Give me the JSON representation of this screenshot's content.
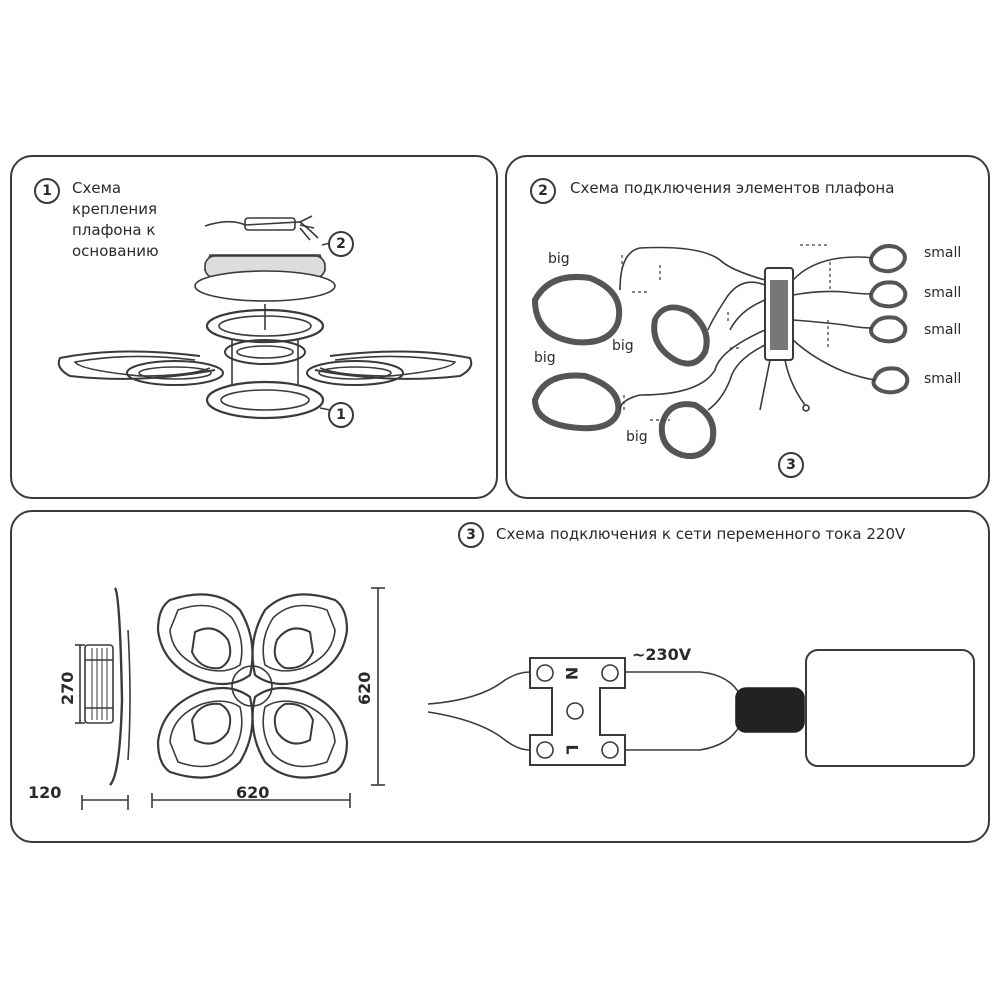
{
  "panel1": {
    "number": "1",
    "title_lines": [
      "Схема",
      "крепления",
      "плафона к",
      "основанию"
    ],
    "callout_base": "2",
    "callout_shade": "1"
  },
  "panel2": {
    "number": "2",
    "title": "Схема подключения элементов плафона",
    "label_big": "big",
    "label_small": "small",
    "callout": "3"
  },
  "panel3": {
    "number": "3",
    "title": "Схема подключения к сети переменного тока 220V",
    "dims": {
      "depth": "120",
      "width": "620",
      "height_base": "270",
      "height": "620"
    },
    "voltage": "~230V",
    "terminal_N": "N",
    "terminal_L": "L"
  }
}
